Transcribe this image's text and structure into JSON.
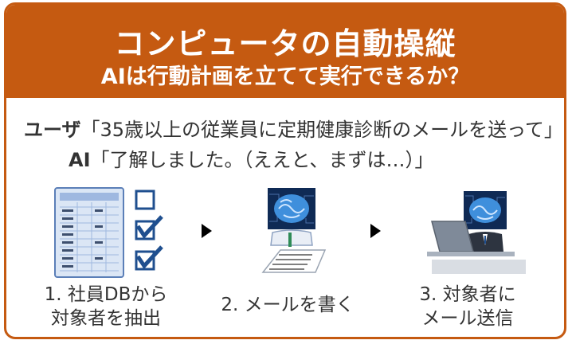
{
  "title": "コンピュータの自動操縦",
  "subtitle": "AIは行動計画を立てて実行できるか？",
  "dialog": {
    "user_speaker": "ユーザ",
    "user_text": "「35歳以上の従業員に定期健康診断のメールを送って」",
    "ai_speaker": "AI",
    "ai_text": "「了解しました。（ええと、まずは…）」"
  },
  "steps": [
    {
      "line1": "1. 社員DBから",
      "line2": "対象者を抽出",
      "icon": "database-checklist-icon"
    },
    {
      "line1": "2. メールを書く",
      "line2": "",
      "icon": "ai-writing-icon"
    },
    {
      "line1": "3. 対象者に",
      "line2": "メール送信",
      "icon": "ai-laptop-icon"
    }
  ],
  "colors": {
    "accent": "#c55a11",
    "brain": "#3f8fdc",
    "check": "#1f4f8f"
  }
}
